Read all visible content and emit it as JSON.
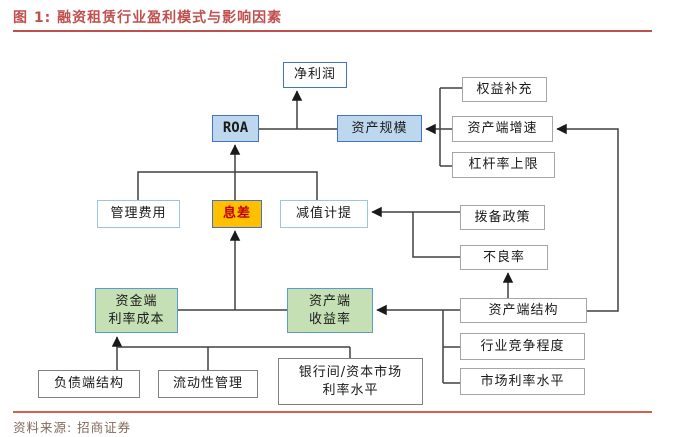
{
  "title": "图 1: 融资租赁行业盈利模式与影响因素",
  "source": "资料来源: 招商证券",
  "colors": {
    "title_red": "#c0504d",
    "bottom_rule_orange": "#d16349",
    "box_blue_fill": "#bdd7ee",
    "box_blue_border": "#4472c4",
    "box_green_fill": "#c5e0b4",
    "box_orange_fill": "#ffc000",
    "spread_text_red": "#c00000",
    "connector_dark": "#404040"
  },
  "nodes": {
    "net_profit": "净利润",
    "roa": "ROA",
    "asset_scale": "资产规模",
    "equity_supplement": "权益补充",
    "asset_growth": "资产端增速",
    "leverage_cap": "杠杆率上限",
    "admin_expense": "管理费用",
    "interest_spread": "息差",
    "impairment": "减值计提",
    "provision_policy": "拨备政策",
    "npl_ratio": "不良率",
    "funding_cost": "资金端\n利率成本",
    "asset_yield": "资产端\n收益率",
    "asset_structure": "资产端结构",
    "competition": "行业竞争程度",
    "market_rate": "市场利率水平",
    "liability_structure": "负债端结构",
    "liquidity_mgmt": "流动性管理",
    "interbank_rate": "银行间/资本市场\n利率水平"
  }
}
